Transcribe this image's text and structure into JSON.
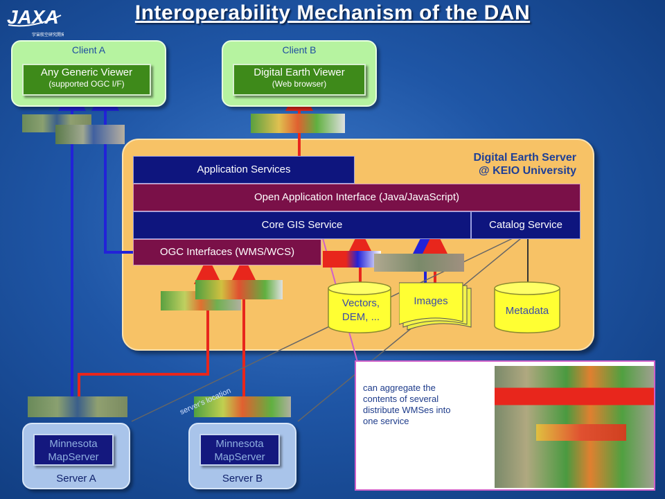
{
  "title": "Interoperability Mechanism of the DAN",
  "logo": {
    "text": "JAXA",
    "subtext": "宇宙航空研究開発機構"
  },
  "clients": {
    "a": {
      "label": "Client A",
      "box_title": "Any Generic Viewer",
      "box_subtitle": "(supported OGC I/F)"
    },
    "b": {
      "label": "Client B",
      "box_title": "Digital Earth Viewer",
      "box_subtitle": "(Web browser)"
    }
  },
  "server": {
    "title_line1": "Digital Earth Server",
    "title_line2": "@ KEIO University",
    "layers": {
      "application_services": "Application Services",
      "open_api": "Open Application Interface (Java/JavaScript)",
      "core_gis": "Core GIS Service",
      "catalog": "Catalog Service",
      "ogc": "OGC Interfaces (WMS/WCS)"
    },
    "stores": {
      "vectors": "Vectors, DEM, ...",
      "images": "Images",
      "metadata": "Metadata"
    }
  },
  "map_servers": {
    "a": {
      "box_label": "Minnesota MapServer",
      "label": "Server A"
    },
    "b": {
      "box_label": "Minnesota MapServer",
      "label": "Server B"
    }
  },
  "annotation_server_location": "server's location",
  "callout": {
    "text": "can aggregate the contents of several distribute WMSes into one service"
  },
  "colors": {
    "arrow_red": "#e8261c",
    "arrow_blue": "#2222d8",
    "server_panel": "#f7c266",
    "client_panel": "#b6f3a0",
    "navy_layer": "#0e157e",
    "maroon_layer": "#7a1048"
  }
}
